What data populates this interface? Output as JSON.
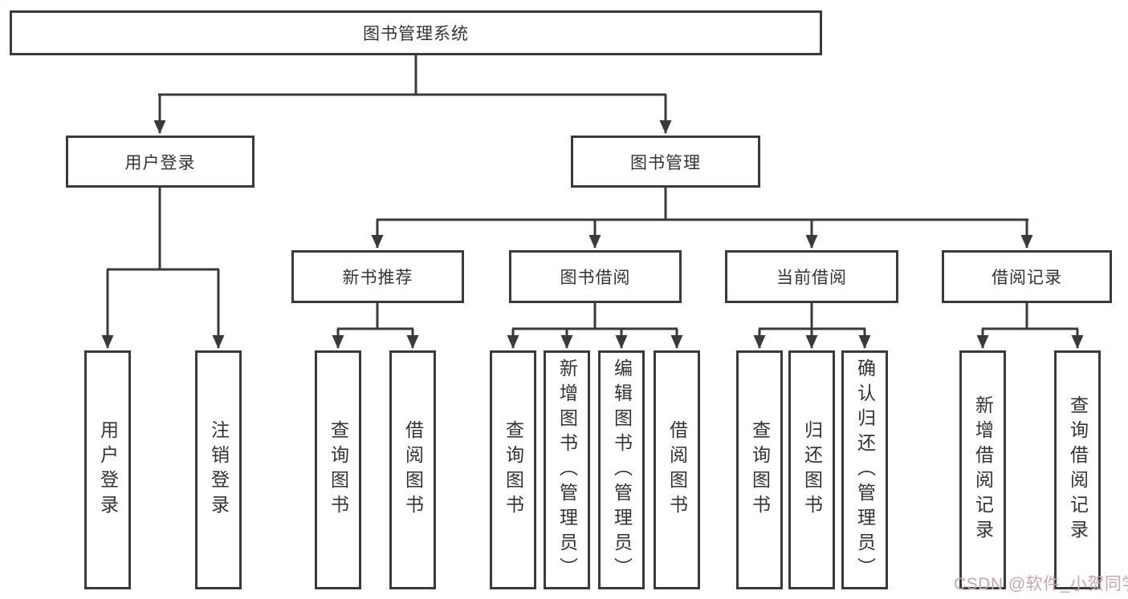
{
  "diagram": {
    "title": "图书管理系统",
    "type": "functional-structure-tree",
    "colors": {
      "line": "#3a3a3a",
      "text": "#333333",
      "watermark": "#c9a6ad",
      "bg": "#ffffff"
    },
    "nodes": {
      "root": {
        "label": "图书管理系统"
      },
      "user_login": {
        "label": "用户登录"
      },
      "book_mgmt": {
        "label": "图书管理"
      },
      "new_books": {
        "label": "新书推荐"
      },
      "book_borrow": {
        "label": "图书借阅"
      },
      "current_borrow": {
        "label": "当前借阅"
      },
      "borrow_records": {
        "label": "借阅记录"
      },
      "leaf_user_login": {
        "label": "用户登录"
      },
      "leaf_logout": {
        "label": "注销登录"
      },
      "leaf_nb_query": {
        "label": "查询图书"
      },
      "leaf_nb_borrow": {
        "label": "借阅图书"
      },
      "leaf_bb_query": {
        "label": "查询图书"
      },
      "leaf_bb_add": {
        "label": "新增图书（管理员）"
      },
      "leaf_bb_edit": {
        "label": "编辑图书（管理员）"
      },
      "leaf_bb_borrow": {
        "label": "借阅图书"
      },
      "leaf_cb_query": {
        "label": "查询图书"
      },
      "leaf_cb_return": {
        "label": "归还图书"
      },
      "leaf_cb_confirm": {
        "label": "确认归还（管理员）"
      },
      "leaf_br_add": {
        "label": "新增借阅记录"
      },
      "leaf_br_query": {
        "label": "查询借阅记录"
      }
    },
    "structure": {
      "root": {
        "user_login": [
          "leaf_user_login",
          "leaf_logout"
        ],
        "book_mgmt": {
          "new_books": [
            "leaf_nb_query",
            "leaf_nb_borrow"
          ],
          "book_borrow": [
            "leaf_bb_query",
            "leaf_bb_add",
            "leaf_bb_edit",
            "leaf_bb_borrow"
          ],
          "current_borrow": [
            "leaf_cb_query",
            "leaf_cb_return",
            "leaf_cb_confirm"
          ],
          "borrow_records": [
            "leaf_br_add",
            "leaf_br_query"
          ]
        }
      }
    },
    "watermark": "CSDN @软件_小贺同学"
  }
}
